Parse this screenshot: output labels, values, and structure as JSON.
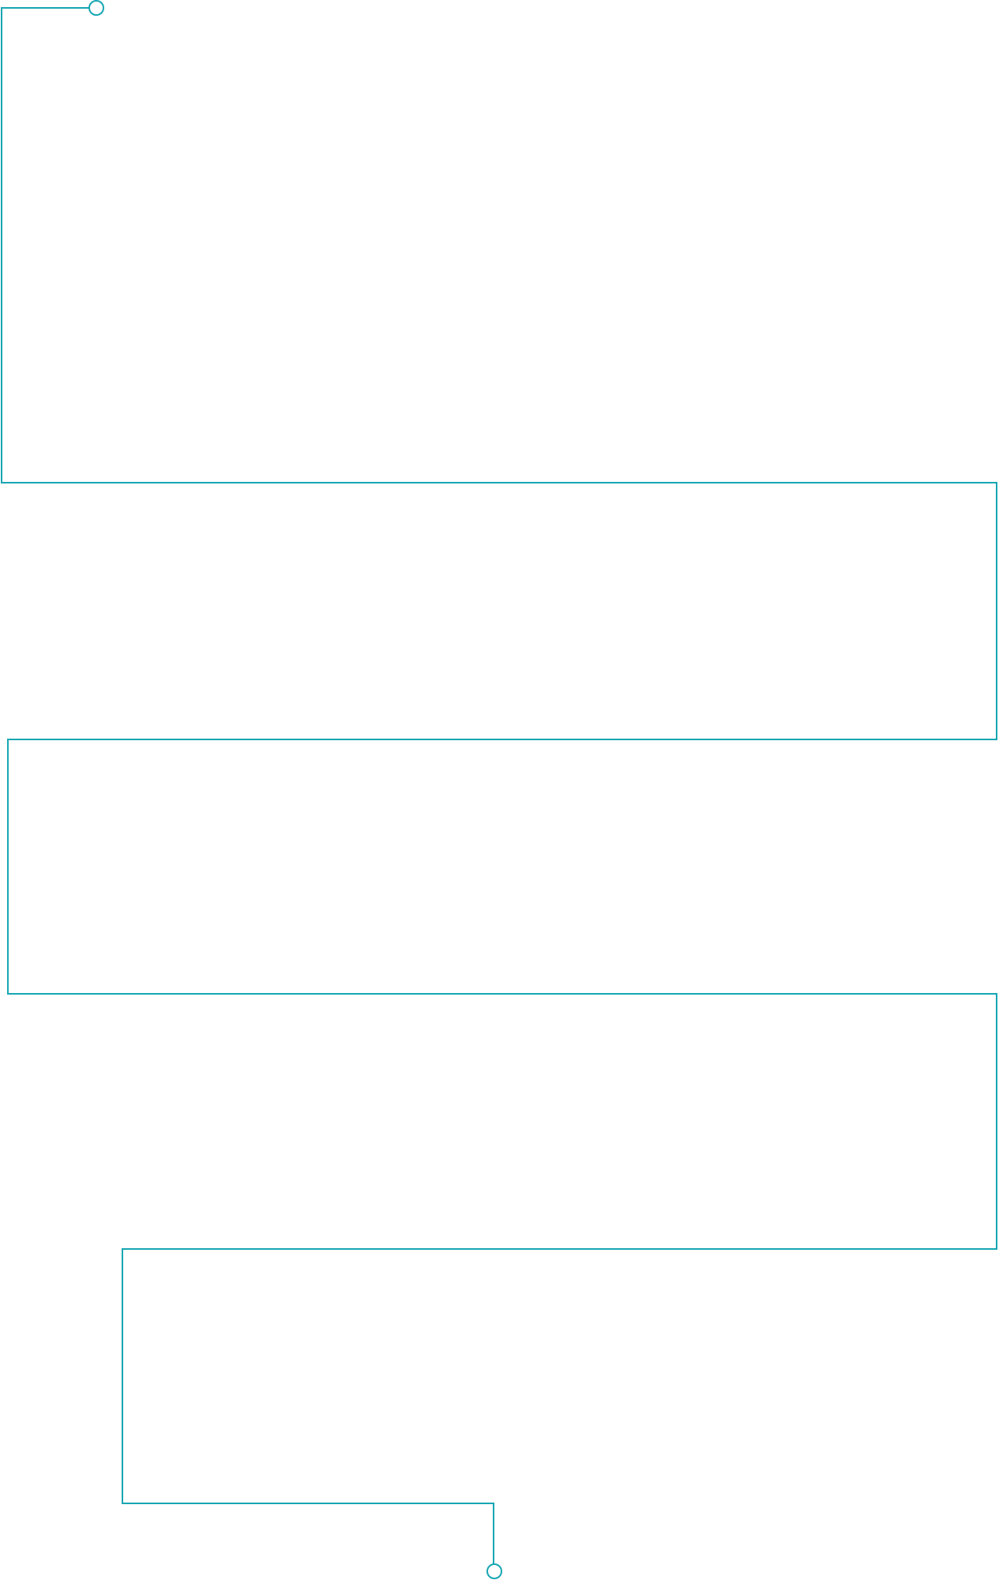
{
  "diagram": {
    "type": "serpentine-connector-path",
    "line_color": "#17a6b2",
    "background_color": "#ffffff",
    "endpoints": [
      "start-node",
      "end-node"
    ]
  }
}
